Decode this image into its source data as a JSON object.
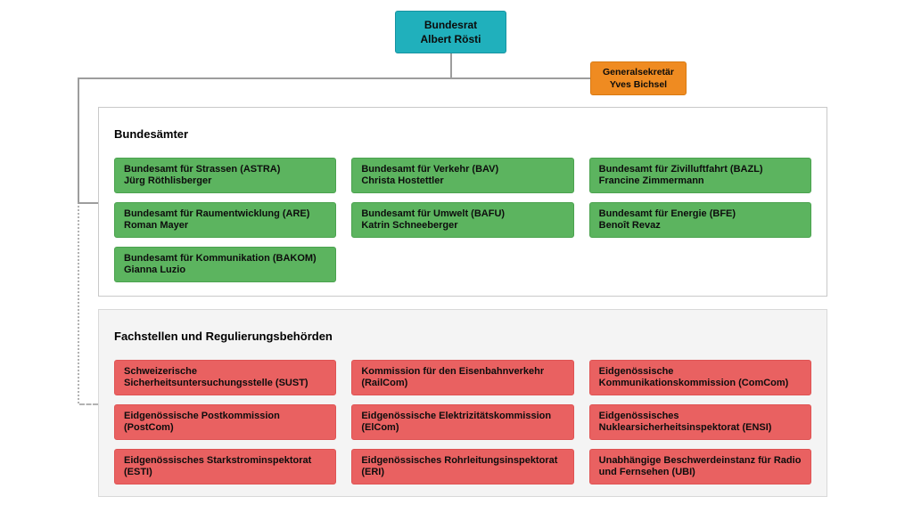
{
  "root_node": {
    "title": "Bundesrat",
    "person": "Albert Rösti"
  },
  "secretary_node": {
    "title": "Generalsekretär",
    "person": "Yves Bichsel"
  },
  "sections": [
    {
      "heading": "Bundesämter",
      "box_style": "green",
      "items": [
        {
          "org": "Bundesamt für Strassen (ASTRA)",
          "person": "Jürg Röthlisberger"
        },
        {
          "org": "Bundesamt für Verkehr (BAV)",
          "person": "Christa Hostettler"
        },
        {
          "org": "Bundesamt für Zivilluftfahrt (BAZL)",
          "person": "Francine Zimmermann"
        },
        {
          "org": "Bundesamt für Raumentwicklung (ARE)",
          "person": "Roman Mayer"
        },
        {
          "org": "Bundesamt für Umwelt (BAFU)",
          "person": "Katrin Schneeberger"
        },
        {
          "org": "Bundesamt für Energie (BFE)",
          "person": "Benoît Revaz"
        },
        {
          "org": "Bundesamt für Kommunikation (BAKOM)",
          "person": "Gianna Luzio"
        }
      ]
    },
    {
      "heading": "Fachstellen und Regulierungsbehörden",
      "box_style": "red",
      "items": [
        {
          "org": "Schweizerische Sicherheitsuntersuchungsstelle (SUST)"
        },
        {
          "org": "Kommission für den Eisenbahnverkehr (RailCom)"
        },
        {
          "org": "Eidgenössische Kommunikationskommission (ComCom)"
        },
        {
          "org": "Eidgenössische Postkommission (PostCom)"
        },
        {
          "org": "Eidgenössische Elektrizitätskommission (ElCom)"
        },
        {
          "org": "Eidgenössisches Nuklearsicherheitsinspektorat (ENSI)"
        },
        {
          "org": "Eidgenössisches Starkstrominspektorat (ESTI)"
        },
        {
          "org": "Eidgenössisches Rohrleitungsinspektorat (ERI)"
        },
        {
          "org": "Unabhängige Beschwerdeinstanz für Radio und Fernsehen (UBI)"
        }
      ]
    }
  ],
  "colors": {
    "teal": "#20b0bc",
    "teal_border": "#1793a1",
    "orange": "#ef8b21",
    "orange_border": "#d97a12",
    "green": "#5cb45f",
    "green_border": "#4aa24e",
    "red": "#e96161",
    "red_border": "#df5353",
    "line": "#9d9d9d"
  }
}
